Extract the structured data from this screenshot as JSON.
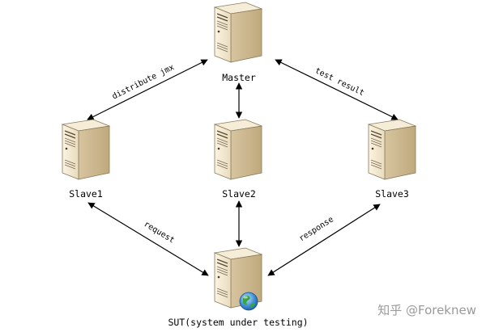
{
  "nodes": {
    "master": {
      "label": "Master"
    },
    "slave1": {
      "label": "Slave1"
    },
    "slave2": {
      "label": "Slave2"
    },
    "slave3": {
      "label": "Slave3"
    },
    "sut": {
      "label": "SUT(system under testing)"
    }
  },
  "edges": {
    "master_slave1": {
      "label": "distribute jmx"
    },
    "master_slave3": {
      "label": "test result"
    },
    "slave1_sut": {
      "label": "request"
    },
    "slave3_sut": {
      "label": "response"
    }
  },
  "watermark": {
    "text": "知乎 @Foreknew"
  },
  "colors": {
    "server_body": "#f2e6cc",
    "server_side": "#d3c09a",
    "globe": "#3f8fd6",
    "edge": "#000000"
  },
  "icons": {
    "server": "server-icon",
    "globe": "globe-icon"
  }
}
